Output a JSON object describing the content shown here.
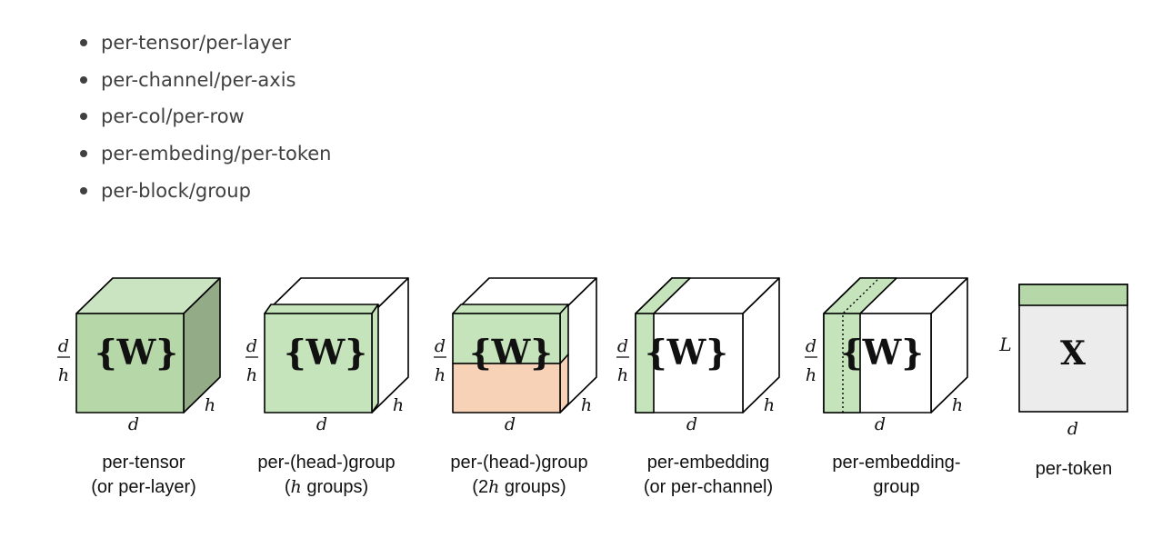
{
  "bullets": [
    "per-tensor/per-layer",
    "per-channel/per-axis",
    "per-col/per-row",
    "per-embeding/per-token",
    "per-block/group"
  ],
  "diagrams": [
    {
      "name": "per-tensor",
      "symbol": "{W}",
      "left_label_num": "d",
      "left_label_den": "h",
      "bottom_label": "d",
      "depth_label": "h",
      "caption_line1": "per-tensor",
      "caption_line2": "(or per-layer)"
    },
    {
      "name": "per-head-group-h",
      "symbol": "{W}",
      "left_label_num": "d",
      "left_label_den": "h",
      "bottom_label": "d",
      "depth_label": "h",
      "caption_line1": "per-(head-)group",
      "caption_line2_italic": "h",
      "caption_line2_rest": " groups)"
    },
    {
      "name": "per-head-group-2h",
      "symbol": "{W}",
      "left_label_num": "d",
      "left_label_den": "h",
      "bottom_label": "d",
      "depth_label": "h",
      "caption_line1": "per-(head-)group",
      "caption_line2_prefix": "(2",
      "caption_line2_italic": "h",
      "caption_line2_rest": " groups)"
    },
    {
      "name": "per-embedding",
      "symbol": "{W}",
      "left_label_num": "d",
      "left_label_den": "h",
      "bottom_label": "d",
      "depth_label": "h",
      "caption_line1": "per-embedding",
      "caption_line2": "(or per-channel)"
    },
    {
      "name": "per-embedding-group",
      "symbol": "{W}",
      "left_label_num": "d",
      "left_label_den": "h",
      "bottom_label": "d",
      "depth_label": "h",
      "caption_line1": "per-embedding-",
      "caption_line2": "group"
    },
    {
      "name": "per-token",
      "symbol": "X",
      "left_label": "L",
      "bottom_label": "d",
      "caption_line1": "per-token"
    }
  ],
  "colors": {
    "green_front": "#b6d7a8",
    "green_light": "#c5e4bb",
    "green_top": "#cae3c0",
    "green_side": "#93ac87",
    "orange": "#f7d2b7",
    "gray_face": "#ececec",
    "text_bullet": "#404040"
  }
}
